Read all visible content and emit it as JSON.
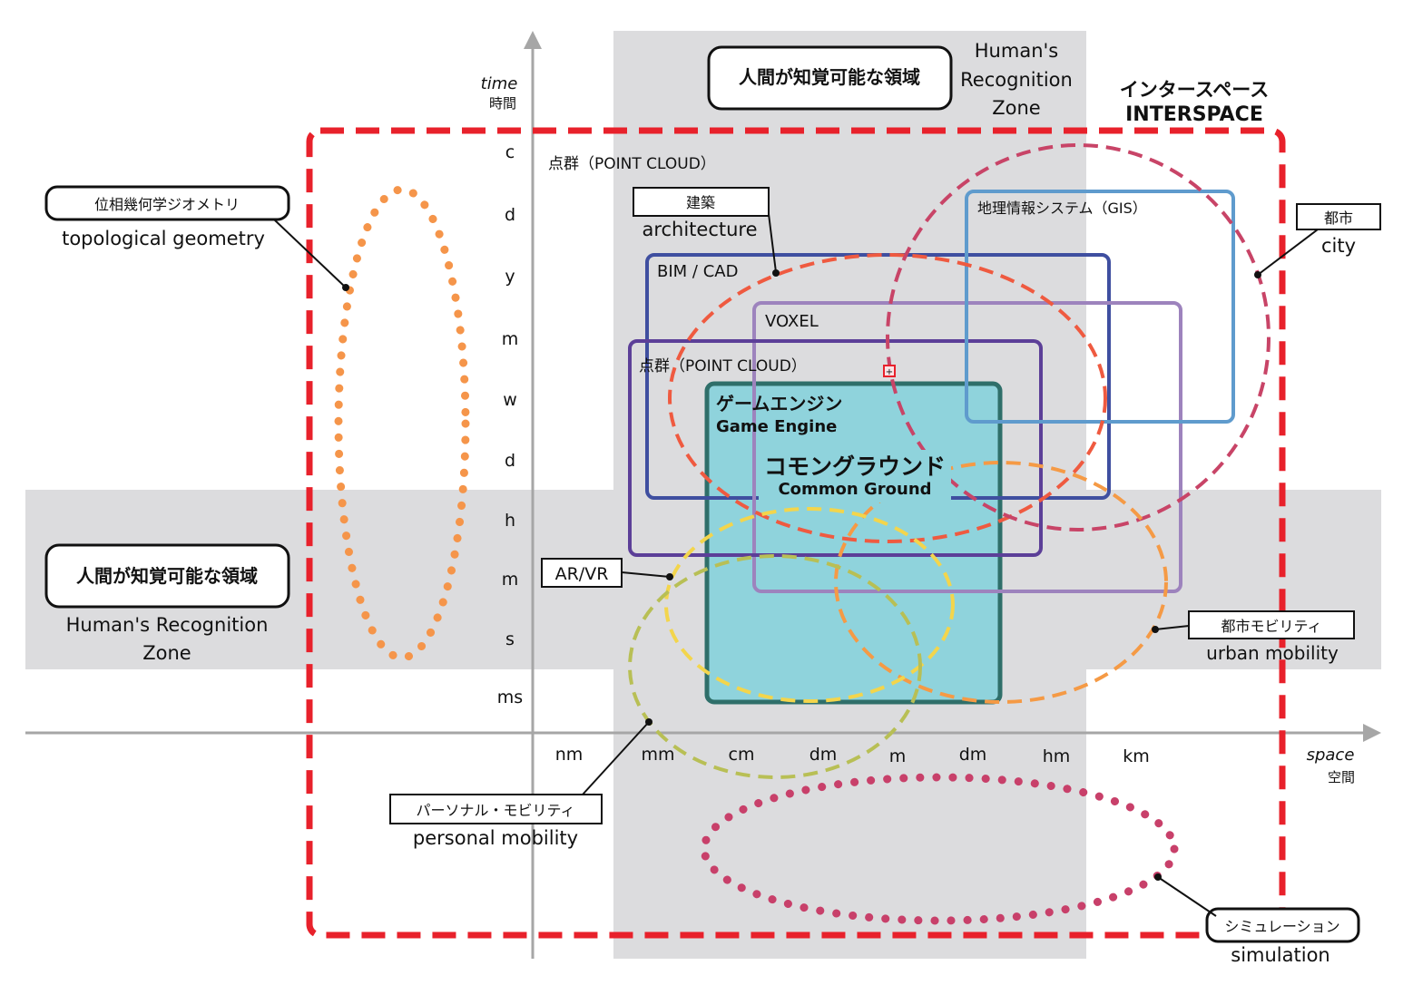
{
  "axes": {
    "y_label_en": "time",
    "y_label_ja": "時間",
    "x_label_en": "space",
    "x_label_ja": "空間",
    "y_ticks": [
      "c",
      "d",
      "y",
      "m",
      "w",
      "d",
      "h",
      "m",
      "s",
      "ms"
    ],
    "x_ticks": [
      "nm",
      "mm",
      "cm",
      "dm",
      "m",
      "dm",
      "hm",
      "km"
    ]
  },
  "zones": {
    "top_badge": "人間が知覚可能な領域",
    "top_en_lines": [
      "Human's",
      "Recognition",
      "Zone"
    ],
    "left_badge": "人間が知覚可能な領域",
    "left_en_lines": [
      "Human's Recognition",
      "Zone"
    ]
  },
  "interspace": {
    "ja": "インタースペース",
    "en": "INTERSPACE"
  },
  "regions": {
    "point_cloud_top": "点群（POINT CLOUD）",
    "architecture_ja": "建築",
    "architecture_en": "architecture",
    "bim": "BIM / CAD",
    "voxel": "VOXEL",
    "point_cloud": "点群（POINT CLOUD）",
    "gis": "地理情報システム（GIS）",
    "city_ja": "都市",
    "city_en": "city",
    "game_engine_ja": "ゲームエンジン",
    "game_engine_en": "Game Engine",
    "common_ground_ja": "コモングラウンド",
    "common_ground_en": "Common Ground",
    "arvr": "AR/VR",
    "urban_mobility_ja": "都市モビリティ",
    "urban_mobility_en": "urban mobility",
    "personal_mobility_ja": "パーソナル・モビリティ",
    "personal_mobility_en": "personal mobility",
    "topological_ja": "位相幾何学ジオメトリ",
    "topological_en": "topological geometry",
    "simulation_ja": "シミュレーション",
    "simulation_en": "simulation"
  },
  "colors": {
    "interspace_border": "#e8212b",
    "zone_gray": "#dcdcde",
    "axis_gray": "#a6a6a6",
    "game_engine_fill": "#8fd3dc",
    "game_engine_stroke": "#2f6f6a",
    "bim_stroke": "#3f4fa0",
    "point_cloud_stroke": "#5c3f98",
    "voxel_stroke": "#9d83bd",
    "gis_stroke": "#5f9bcd",
    "architecture_stroke": "#ef5a40",
    "city_stroke": "#c84467",
    "urban_mobility_stroke": "#f59a45",
    "arvr_stroke": "#f3d54c",
    "personal_mobility_stroke": "#b8bf55",
    "topological_stroke": "#f5954a",
    "simulation_stroke": "#c8406a"
  }
}
